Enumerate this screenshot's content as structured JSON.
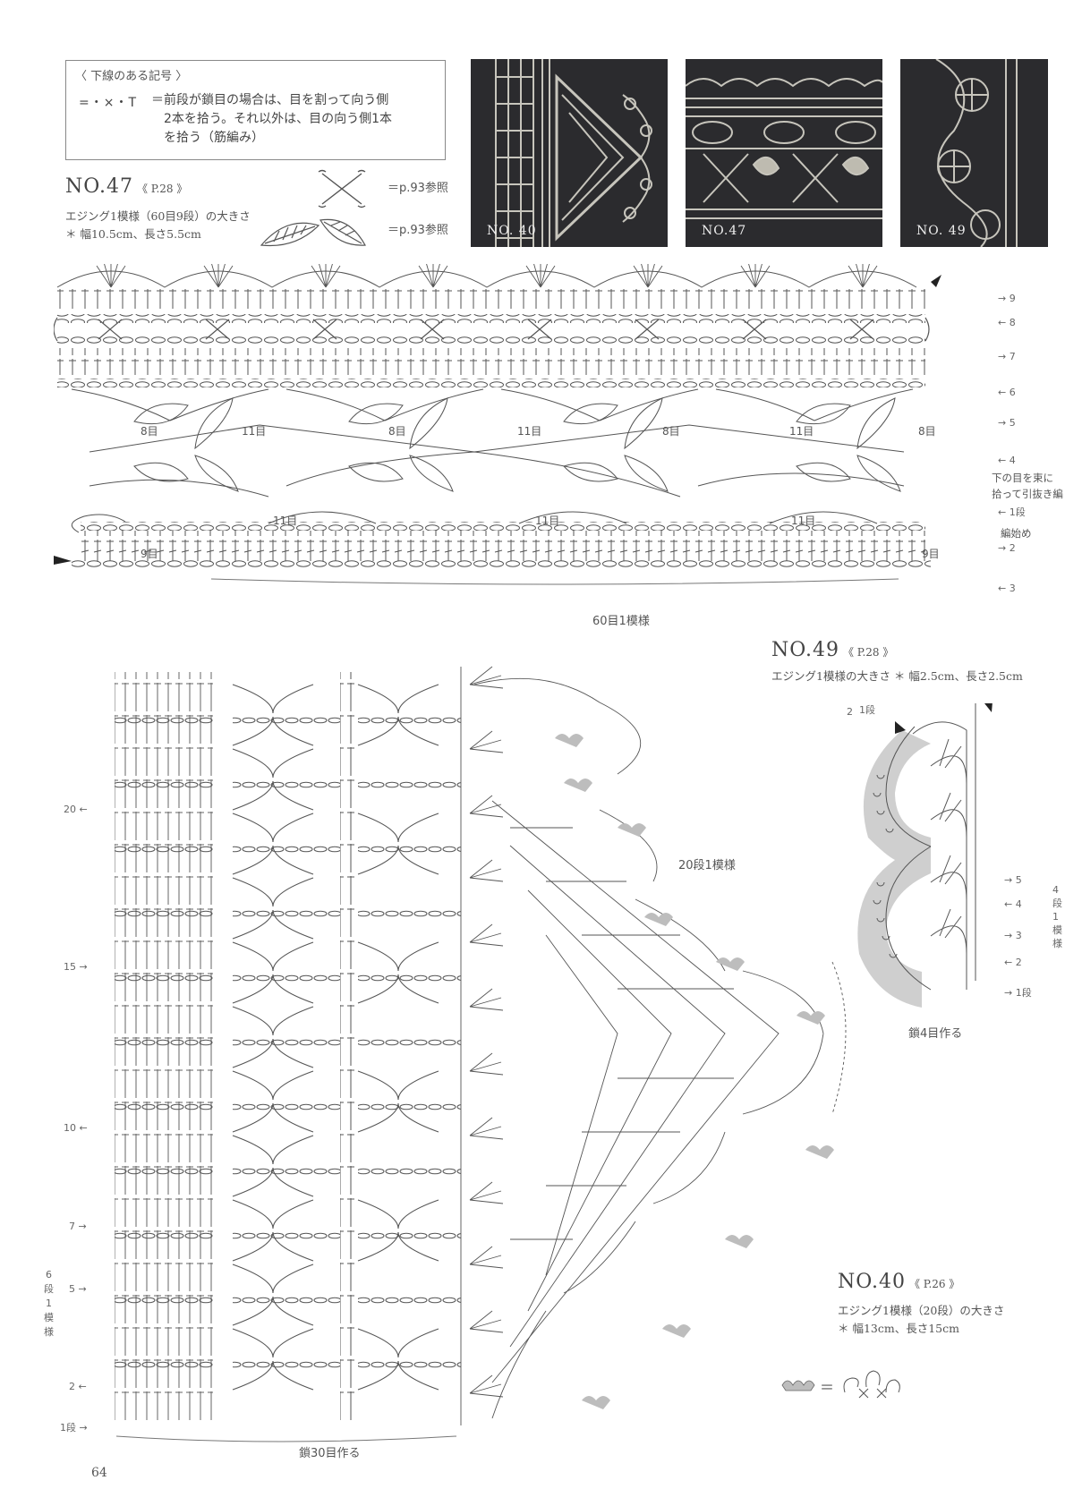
{
  "legend": {
    "title": "〈 下線のある記号 〉",
    "symbols": "=・×・T",
    "text_lines": [
      "＝前段が鎖目の場合は、目を割って向う側",
      "2本を拾う。それ以外は、目の向う側1本",
      "を拾う（筋編み）"
    ]
  },
  "no47": {
    "title": "NO.47",
    "ref": "《 P.28 》",
    "desc_lines": [
      "エジング1模様（60目9段）の大きさ",
      "＊ 幅10.5cm、長さ5.5cm"
    ],
    "ref_notes": [
      "＝p.93参照",
      "＝p.93参照"
    ],
    "counts_top": [
      "8目",
      "11目",
      "8目",
      "11目",
      "8目",
      "11目",
      "8目"
    ],
    "counts_mid": [
      "11目",
      "11目",
      "11目"
    ],
    "counts_bottom": [
      "9目",
      "9目"
    ],
    "row_numbers": [
      "9",
      "8",
      "7",
      "6",
      "5",
      "4",
      "1段",
      "2",
      "3"
    ],
    "note_lines": [
      "下の目を束に",
      "拾って引抜き編",
      "編始め"
    ],
    "repeat_label": "60目1模様"
  },
  "photos": [
    {
      "label": "NO. 40"
    },
    {
      "label": "NO.47"
    },
    {
      "label": "NO. 49"
    }
  ],
  "no49": {
    "title": "NO.49",
    "ref": "《 P.28 》",
    "desc": "エジング1模様の大きさ ＊ 幅2.5cm、長さ2.5cm",
    "top_labels": [
      "2",
      "1段"
    ],
    "row_numbers": [
      "5",
      "4",
      "3",
      "2",
      "1段"
    ],
    "side_labels": [
      "4",
      "段",
      "1",
      "模",
      "様"
    ],
    "foundation": "鎖4目作る"
  },
  "no40": {
    "title": "NO.40",
    "ref": "《 P.26 》",
    "desc_lines": [
      "エジング1模様（20段）の大きさ",
      "＊ 幅13cm、長さ15cm"
    ],
    "repeat_label": "20段1模様",
    "row_numbers": [
      "20",
      "15",
      "10",
      "7",
      "5",
      "2",
      "1段"
    ],
    "side_label": [
      "6",
      "段",
      "1",
      "模",
      "様"
    ],
    "foundation": "鎖30目作る",
    "equals": "＝"
  },
  "page_number": "64"
}
